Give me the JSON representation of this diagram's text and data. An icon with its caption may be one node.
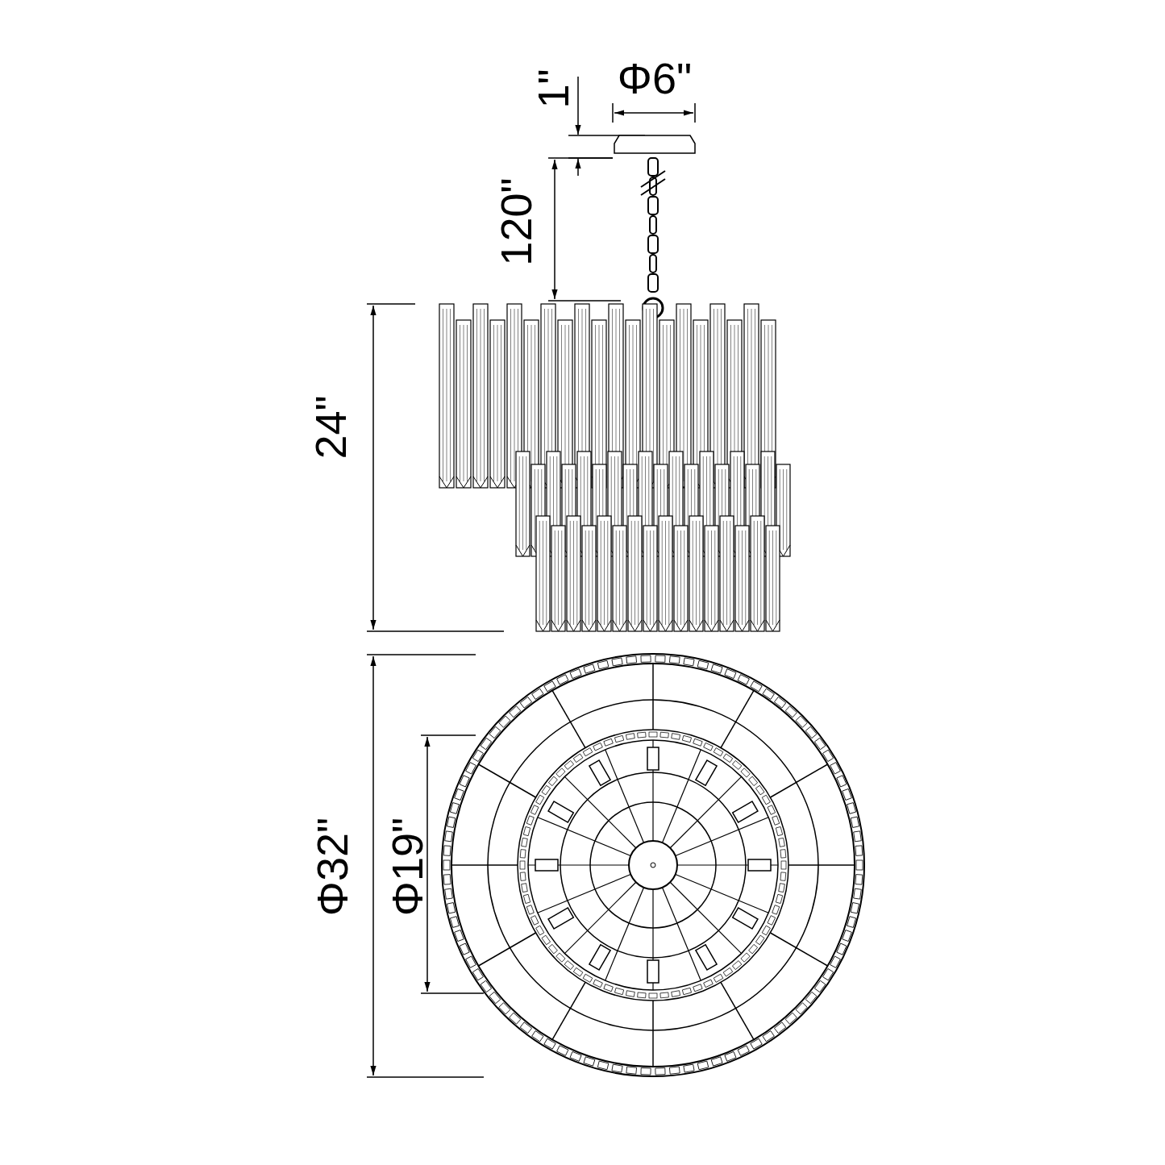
{
  "diagram": {
    "labels": [
      "1\"",
      "Φ6\"",
      "120\"",
      "24\"",
      "Φ32\"",
      "Φ19\""
    ]
  }
}
